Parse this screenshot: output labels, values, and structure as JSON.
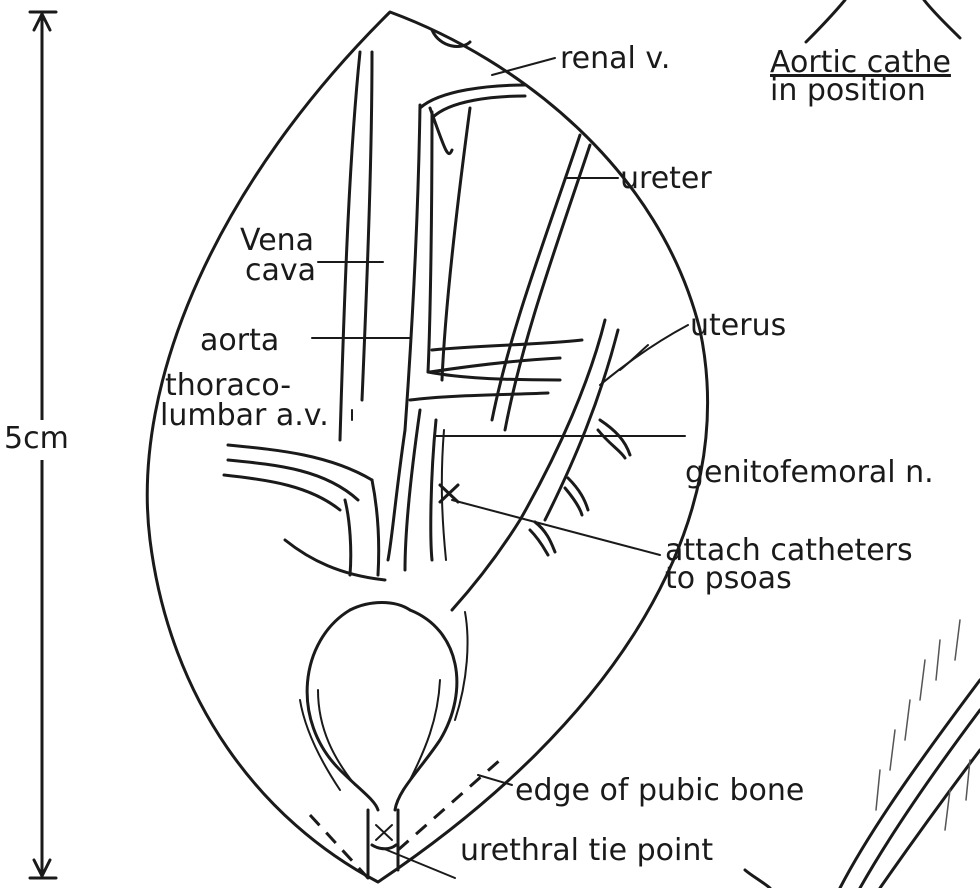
{
  "scale": {
    "label": "5cm"
  },
  "labels": {
    "renal_v": "renal v.",
    "aortic_catheter_line1": "Aortic cathe",
    "aortic_catheter_line2": "in position",
    "ureter": "ureter",
    "vena_cava_line1": "Vena",
    "vena_cava_line2": "cava",
    "aorta": "aorta",
    "uterus": "uterus",
    "thoraco_line1": "thoraco-",
    "thoraco_line2": "lumbar a.v.",
    "genitofemoral": "genitofemoral  n.",
    "attach_line1": "attach catheters",
    "attach_line2": "to psoas",
    "edge_pubic": "edge of pubic bone",
    "urethral": "urethral tie point"
  },
  "colors": {
    "ink": "#1a1a1a",
    "paper": "#ffffff"
  }
}
